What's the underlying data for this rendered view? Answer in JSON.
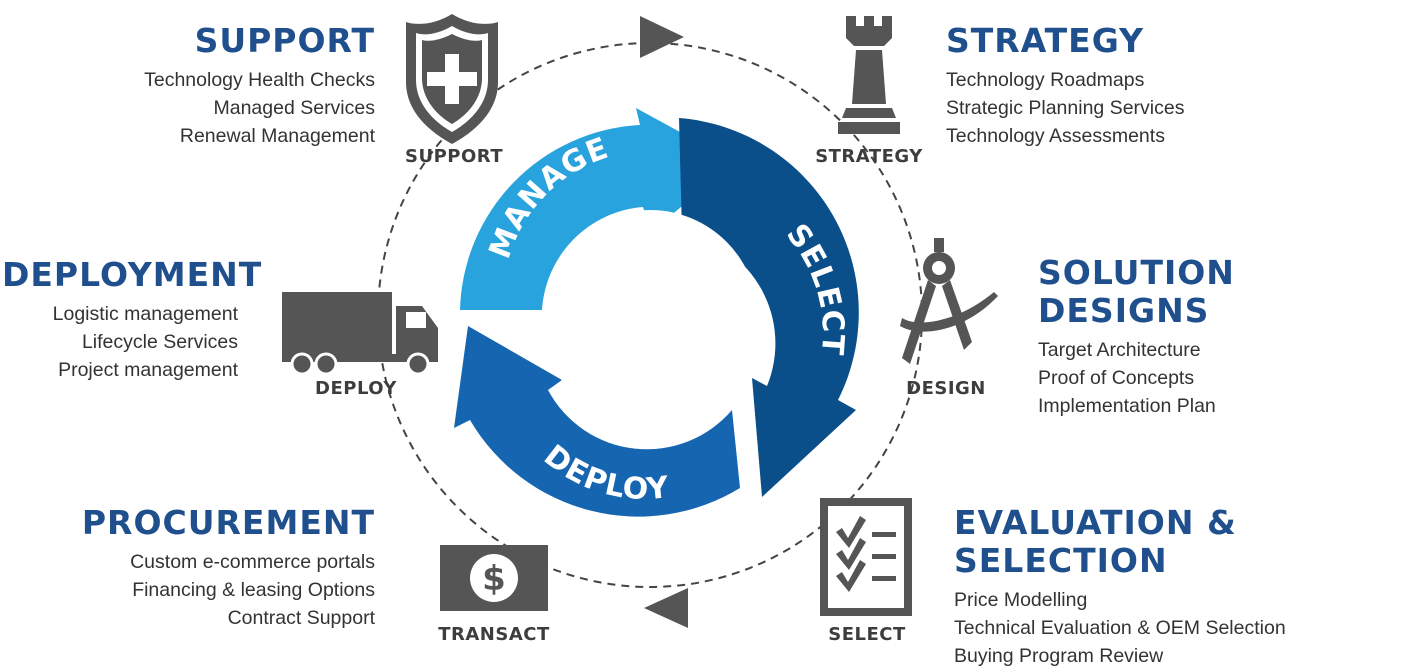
{
  "colors": {
    "heading": "#1f4f8c",
    "manage_arrow": "#29a3dd",
    "select_arrow": "#0a4f8a",
    "deploy_arrow": "#1565b0",
    "icon": "#555555",
    "dashed_circle": "#444444"
  },
  "cycle": {
    "manage": "MANAGE",
    "select": "SELECT",
    "deploy": "DEPLOY"
  },
  "icons": {
    "support": {
      "label": "SUPPORT",
      "icon": "shield-plus-icon"
    },
    "strategy": {
      "label": "STRATEGY",
      "icon": "chess-rook-icon"
    },
    "design": {
      "label": "DESIGN",
      "icon": "compass-icon"
    },
    "select": {
      "label": "SELECT",
      "icon": "checklist-icon"
    },
    "transact": {
      "label": "TRANSACT",
      "icon": "dollar-bill-icon"
    },
    "deploy": {
      "label": "DEPLOY",
      "icon": "truck-icon"
    }
  },
  "sections": {
    "support": {
      "title": "SUPPORT",
      "items": [
        "Technology Health Checks",
        "Managed Services",
        "Renewal Management"
      ]
    },
    "strategy": {
      "title": "STRATEGY",
      "items": [
        "Technology Roadmaps",
        "Strategic Planning Services",
        "Technology Assessments"
      ]
    },
    "deployment": {
      "title": "DEPLOYMENT",
      "items": [
        "Logistic management",
        "Lifecycle Services",
        "Project management"
      ]
    },
    "solution_designs": {
      "title": "SOLUTION DESIGNS",
      "items": [
        "Target Architecture",
        "Proof of Concepts",
        "Implementation Plan"
      ]
    },
    "procurement": {
      "title": "PROCUREMENT",
      "items": [
        "Custom e-commerce portals",
        "Financing & leasing Options",
        "Contract Support"
      ]
    },
    "evaluation": {
      "title": "EVALUATION & SELECTION",
      "items": [
        "Price Modelling",
        "Technical Evaluation & OEM Selection",
        "Buying Program Review"
      ]
    }
  }
}
